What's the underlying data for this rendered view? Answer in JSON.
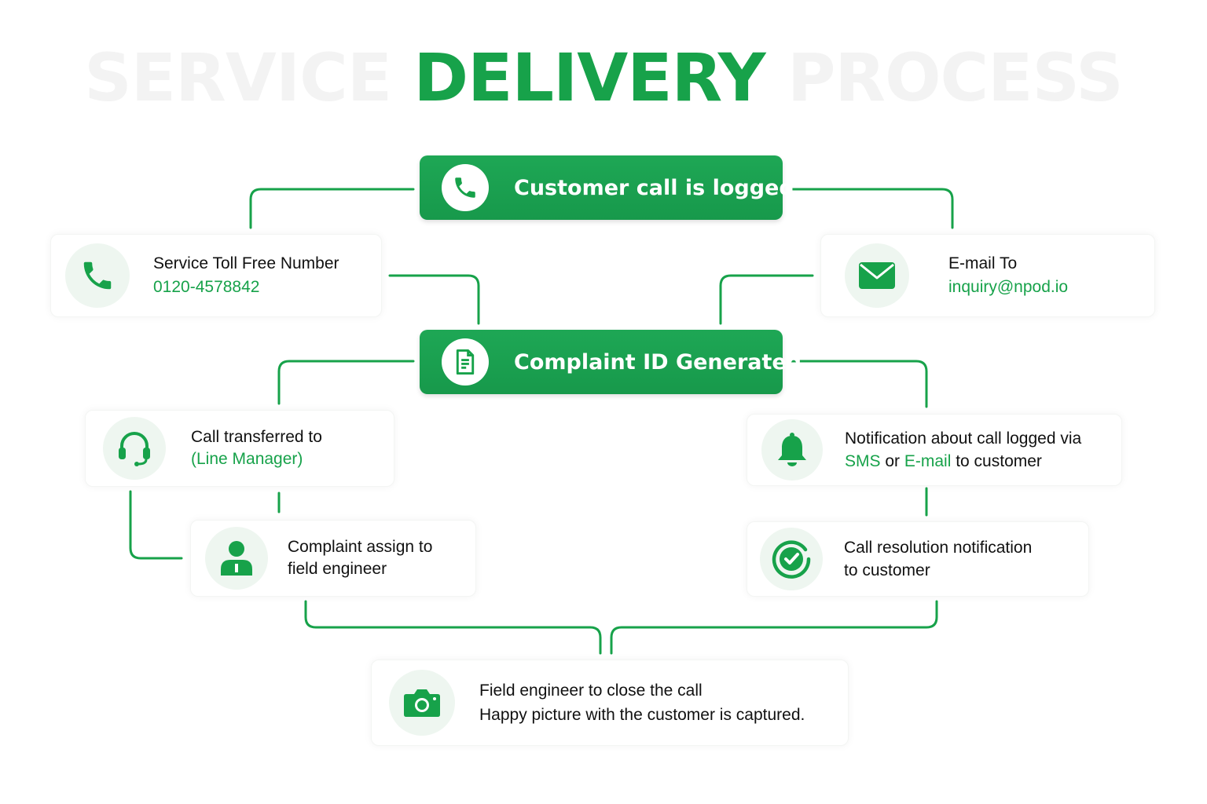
{
  "title": {
    "prefix": "SERVICE",
    "highlight": "DELIVERY",
    "suffix": "PROCESS"
  },
  "steps": {
    "customer_call": "Customer call is logged",
    "complaint_id": "Complaint ID Generated"
  },
  "channels": {
    "phone": {
      "label": "Service Toll Free Number",
      "value": "0120-4578842"
    },
    "email": {
      "label": "E-mail To",
      "value": "inquiry@npod.io"
    }
  },
  "call_transfer": {
    "line1": "Call transferred to",
    "line2": "(Line Manager)"
  },
  "notification": {
    "line1": "Notification about call logged via",
    "sms": "SMS",
    "or": " or ",
    "email": "E-mail",
    "tail": " to customer"
  },
  "assign": {
    "line1": "Complaint assign to",
    "line2": "field engineer"
  },
  "resolution": {
    "line1": "Call resolution notification",
    "line2": "to customer"
  },
  "close": {
    "line1": "Field engineer to close the call",
    "line2": "Happy picture with the customer is captured."
  },
  "colors": {
    "accent": "#17a24a",
    "icon_bg": "#eef6f0"
  },
  "icons": [
    "phone-icon",
    "email-icon",
    "document-icon",
    "headset-icon",
    "bell-icon",
    "user-icon",
    "check-circle-icon",
    "camera-icon"
  ]
}
